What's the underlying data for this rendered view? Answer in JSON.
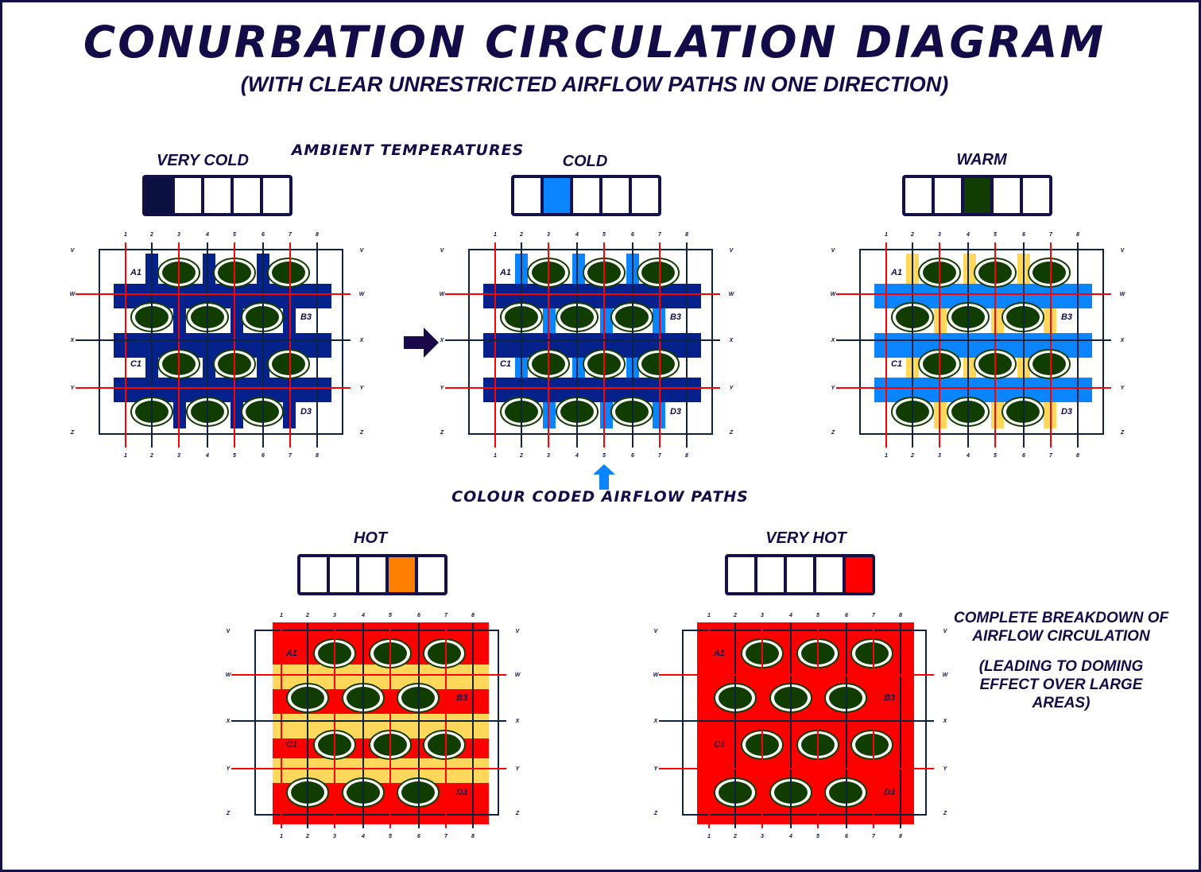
{
  "title": "CONURBATION CIRCULATION DIAGRAM",
  "subtitle": "(WITH CLEAR UNRESTRICTED AIRFLOW PATHS IN ONE DIRECTION)",
  "ambient_label": "AMBIENT TEMPERATURES",
  "coded_label": "COLOUR CODED AIRFLOW PATHS",
  "note": {
    "line1": "COMPLETE BREAKDOWN OF",
    "line2": "AIRFLOW CIRCULATION",
    "line3": "(LEADING TO DOMING",
    "line4": "EFFECT OVER LARGE",
    "line5": "AREAS)"
  },
  "grid": {
    "columns": [
      "1",
      "2",
      "3",
      "4",
      "5",
      "6",
      "7",
      "8"
    ],
    "rows": [
      "V",
      "W",
      "X",
      "Y",
      "Z"
    ],
    "cells": [
      "A1",
      "B3",
      "C1",
      "D3"
    ]
  },
  "colors": {
    "text": "#120c48",
    "building": "#123d00",
    "red_line": "#ff0000",
    "dark_line": "#0e2340"
  },
  "panels": [
    {
      "name": "very-cold",
      "label": "VERY COLD",
      "scale_index": 0,
      "scale_color": "#0a1040",
      "mode": "bars",
      "band_color": "#05228c",
      "bar_color": "#05228c",
      "fill_color": null
    },
    {
      "name": "cold",
      "label": "COLD",
      "scale_index": 1,
      "scale_color": "#0a84ff",
      "mode": "bars",
      "band_color": "#05228c",
      "bar_color": "#0a84ff",
      "fill_color": null
    },
    {
      "name": "warm",
      "label": "WARM",
      "scale_index": 2,
      "scale_color": "#123d00",
      "mode": "bars",
      "band_color": "#0a84ff",
      "bar_color": "#ffd75a",
      "fill_color": null
    },
    {
      "name": "hot",
      "label": "HOT",
      "scale_index": 3,
      "scale_color": "#ff8000",
      "mode": "fill",
      "band_color": "#ffd75a",
      "bar_color": null,
      "fill_color": "#ff0000"
    },
    {
      "name": "very-hot",
      "label": "VERY HOT",
      "scale_index": 4,
      "scale_color": "#ff0000",
      "mode": "fill",
      "band_color": null,
      "bar_color": null,
      "fill_color": "#ff0000"
    }
  ]
}
